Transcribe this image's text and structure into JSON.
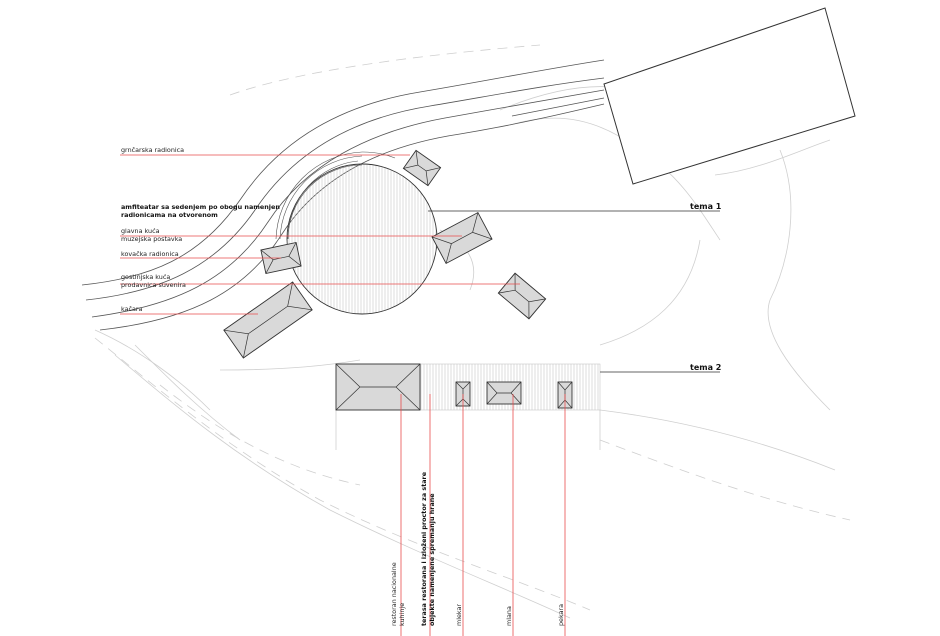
{
  "labels": {
    "grncarska": "grnčarska radionica",
    "amfiteatar_1": "amfiteatar sa sedenjem po obogu namenjen",
    "amfiteatar_2": "radionicama na otvorenom",
    "glavna_kuca": "glavna kuća",
    "muzejska": "muzejska postavka",
    "kovacka": "kovačka radionica",
    "gostinjska": "gostinjska kuća",
    "prodavnica": "prodavnica suvenira",
    "kacara": "kačara",
    "tema1": "tema 1",
    "tema2": "tema 2",
    "restoran_1": "restoran nacionalne",
    "restoran_2": "kuhinje",
    "terasa_1": "terasa restorana i izloženi proctor za stare",
    "terasa_2": "objekte namenjene spremanju hrane",
    "mlekar": "mlekar",
    "mlana": "mlana",
    "pekara": "pekara"
  },
  "colors": {
    "leader": "#e84d4d",
    "roof": "#d9d9d9",
    "outline": "#333333"
  }
}
